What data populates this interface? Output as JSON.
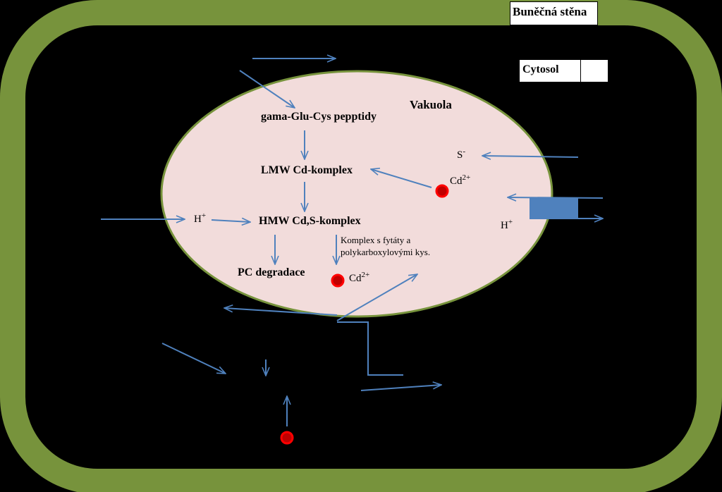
{
  "cell_wall_label": "Buněčná stěna",
  "cytosol_label": "Cytosol",
  "vacuole_label": "Vakuola",
  "peptides": "gama-Glu-Cys pepptidy",
  "lmw": "LMW Cd-komplex",
  "hmw": "HMW Cd,S-komplex",
  "pc_degradation": "PC degradace",
  "complex_line1": "Komplex s  fytáty a",
  "complex_line2": "polykarboxylovými kys.",
  "proton": {
    "base": "H",
    "sup": "+"
  },
  "sulfide": {
    "base": "S",
    "sup": "-"
  },
  "cadmium": {
    "base": "Cd",
    "sup": "2+"
  },
  "colors": {
    "background": "#000000",
    "wall": "#77933C",
    "vacuole_fill": "#F2DCDB",
    "vacuole_stroke": "#77933C",
    "arrow": "#4F81BD",
    "transporter": "#4F81BD",
    "ion_fill": "#C00000",
    "ion_ring": "#FF0000"
  }
}
